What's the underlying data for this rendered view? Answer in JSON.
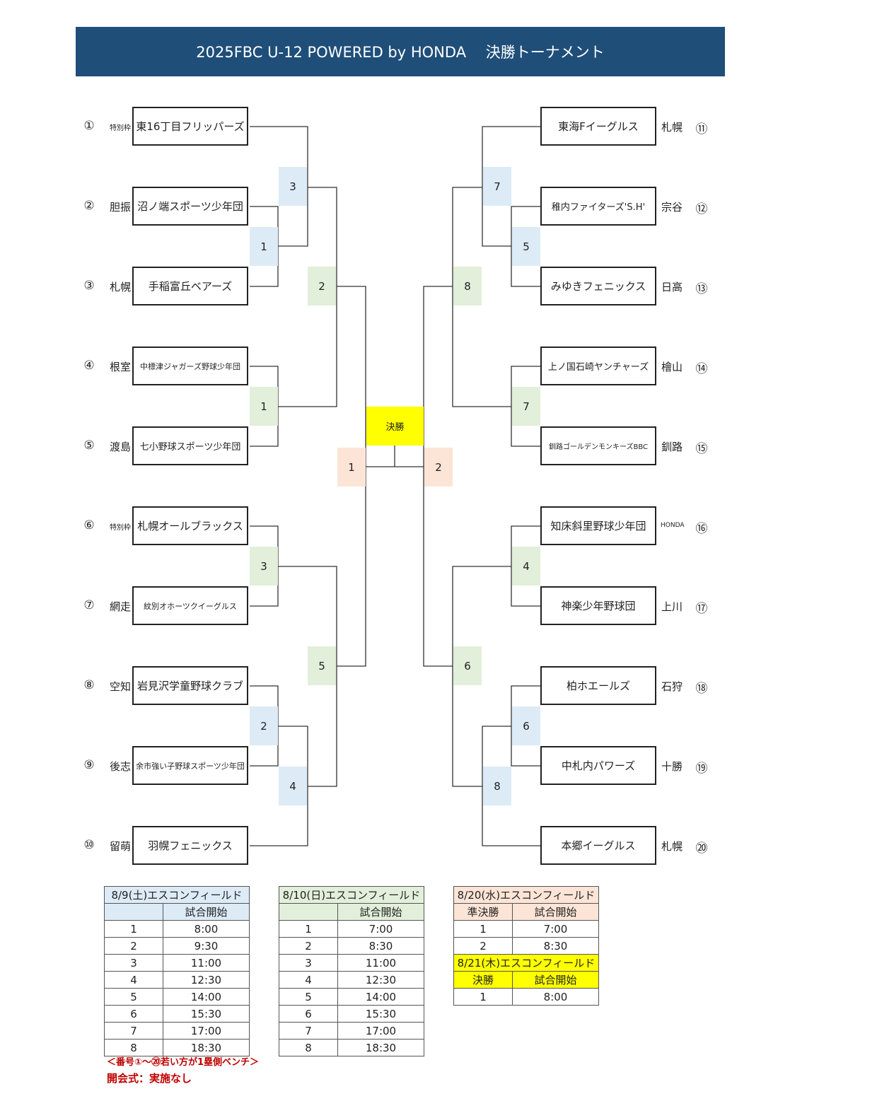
{
  "title": "2025FBC U-12 POWERED by HONDA　 決勝トーナメント",
  "teams": [
    {
      "seed": "①",
      "region": "特別枠",
      "name": "東16丁目フリッパーズ"
    },
    {
      "seed": "②",
      "region": "胆振",
      "name": "沼ノ端スポーツ少年団"
    },
    {
      "seed": "③",
      "region": "札幌",
      "name": "手稲富丘ベアーズ"
    },
    {
      "seed": "④",
      "region": "根室",
      "name": "中標津ジャガーズ野球少年団"
    },
    {
      "seed": "⑤",
      "region": "渡島",
      "name": "七小野球スポーツ少年団"
    },
    {
      "seed": "⑥",
      "region": "特別枠",
      "name": "札幌オールブラックス"
    },
    {
      "seed": "⑦",
      "region": "網走",
      "name": "紋別オホーツクイーグルス"
    },
    {
      "seed": "⑧",
      "region": "空知",
      "name": "岩見沢学童野球クラブ"
    },
    {
      "seed": "⑨",
      "region": "後志",
      "name": "余市強い子野球スポーツ少年団"
    },
    {
      "seed": "⑩",
      "region": "留萌",
      "name": "羽幌フェニックス"
    },
    {
      "seed": "⑪",
      "region": "札幌",
      "name": "東海Fイーグルス"
    },
    {
      "seed": "⑫",
      "region": "宗谷",
      "name": "稚内ファイターズ'S.H'"
    },
    {
      "seed": "⑬",
      "region": "日高",
      "name": "みゆきフェニックス"
    },
    {
      "seed": "⑭",
      "region": "檜山",
      "name": "上ノ国石崎ヤンチャーズ"
    },
    {
      "seed": "⑮",
      "region": "釧路",
      "name": "釧路ゴールデンモンキーズBBC"
    },
    {
      "seed": "⑯",
      "region": "HONDA",
      "name": "知床斜里野球少年団"
    },
    {
      "seed": "⑰",
      "region": "上川",
      "name": "神楽少年野球団"
    },
    {
      "seed": "⑱",
      "region": "石狩",
      "name": "柏ホエールズ"
    },
    {
      "seed": "⑲",
      "region": "十勝",
      "name": "中札内パワーズ"
    },
    {
      "seed": "⑳",
      "region": "札幌",
      "name": "本郷イーグルス"
    }
  ],
  "match_numbers": {
    "l_d1_1": "1",
    "l_d1_3": "3",
    "l_d2_1": "1",
    "l_d2_2": "2",
    "l_d1_2": "2",
    "l_d2_3": "3",
    "l_d1_4": "4",
    "l_d2_5": "5",
    "r_d1_7": "7",
    "r_d1_5": "5",
    "r_d2_8": "8",
    "r_d2_7": "7",
    "r_d2_4": "4",
    "r_d2_6": "6",
    "r_d1_6": "6",
    "r_d1_8": "8",
    "semi_1": "1",
    "semi_2": "2"
  },
  "final_label": "決勝",
  "schedules": {
    "day1": {
      "header": "8/9(土)エスコンフィールド",
      "col_match": "",
      "col_time": "試合開始",
      "rows": [
        [
          "1",
          "8:00"
        ],
        [
          "2",
          "9:30"
        ],
        [
          "3",
          "11:00"
        ],
        [
          "4",
          "12:30"
        ],
        [
          "5",
          "14:00"
        ],
        [
          "6",
          "15:30"
        ],
        [
          "7",
          "17:00"
        ],
        [
          "8",
          "18:30"
        ]
      ]
    },
    "day2": {
      "header": "8/10(日)エスコンフィールド",
      "col_match": "",
      "col_time": "試合開始",
      "rows": [
        [
          "1",
          "7:00"
        ],
        [
          "2",
          "8:30"
        ],
        [
          "3",
          "11:00"
        ],
        [
          "4",
          "12:30"
        ],
        [
          "5",
          "14:00"
        ],
        [
          "6",
          "15:30"
        ],
        [
          "7",
          "17:00"
        ],
        [
          "8",
          "18:30"
        ]
      ]
    },
    "semi": {
      "header": "8/20(水)エスコンフィールド",
      "col_match": "準決勝",
      "col_time": "試合開始",
      "rows": [
        [
          "1",
          "7:00"
        ],
        [
          "2",
          "8:30"
        ]
      ]
    },
    "final": {
      "header": "8/21(木)エスコンフィールド",
      "col_match": "決勝",
      "col_time": "試合開始",
      "rows": [
        [
          "1",
          "8:00"
        ]
      ]
    }
  },
  "notes": {
    "bench": "＜番号①～⑳若い方が1塁側ベンチ＞",
    "ceremony": "開会式：実施なし"
  },
  "colors": {
    "header_bg": "#1f4e79",
    "blue": "#ddebf7",
    "green": "#e2efda",
    "pink": "#fce4d6",
    "yellow": "#ffff00",
    "note_red": "#c00000"
  }
}
